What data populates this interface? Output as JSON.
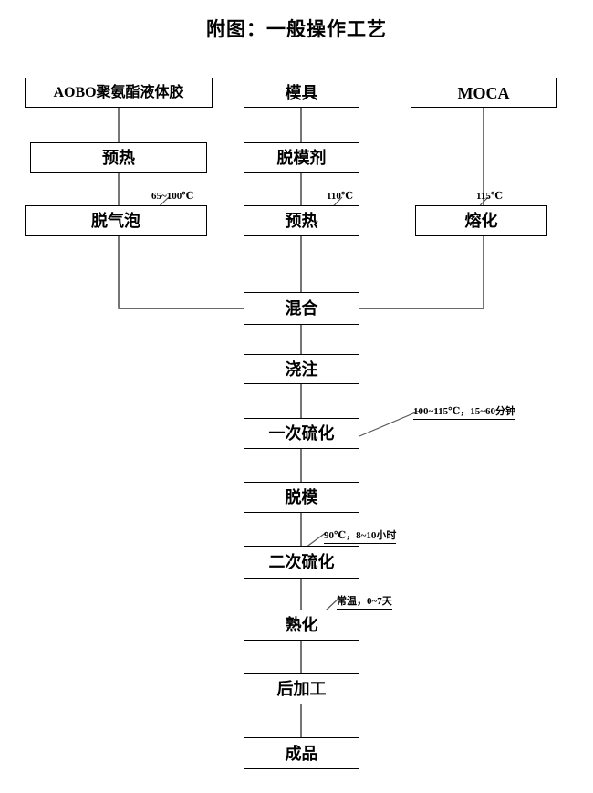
{
  "title": "附图：一般操作工艺",
  "nodes": {
    "glue": "AOBO聚氨酯液体胶",
    "preheat_glue": "预热",
    "degas": "脱气泡",
    "mold": "模具",
    "release_agent": "脱模剂",
    "preheat_mold": "预热",
    "moca": "MOCA",
    "melt": "熔化",
    "mix": "混合",
    "pour": "浇注",
    "first_cure": "一次硫化",
    "demold": "脱模",
    "second_cure": "二次硫化",
    "maturation": "熟化",
    "post_process": "后加工",
    "finished": "成品"
  },
  "annotations": {
    "degas_temp": "65~100℃",
    "preheat_mold_temp": "110℃",
    "melt_temp": "115℃",
    "first_cure_cond": "100~115℃，15~60分钟",
    "second_cure_cond": "90℃，8~10小时",
    "maturation_cond": "常温，0~7天"
  },
  "colors": {
    "border": "#000000",
    "wire": "#3a3a3a",
    "text": "#000000",
    "background": "#ffffff"
  }
}
